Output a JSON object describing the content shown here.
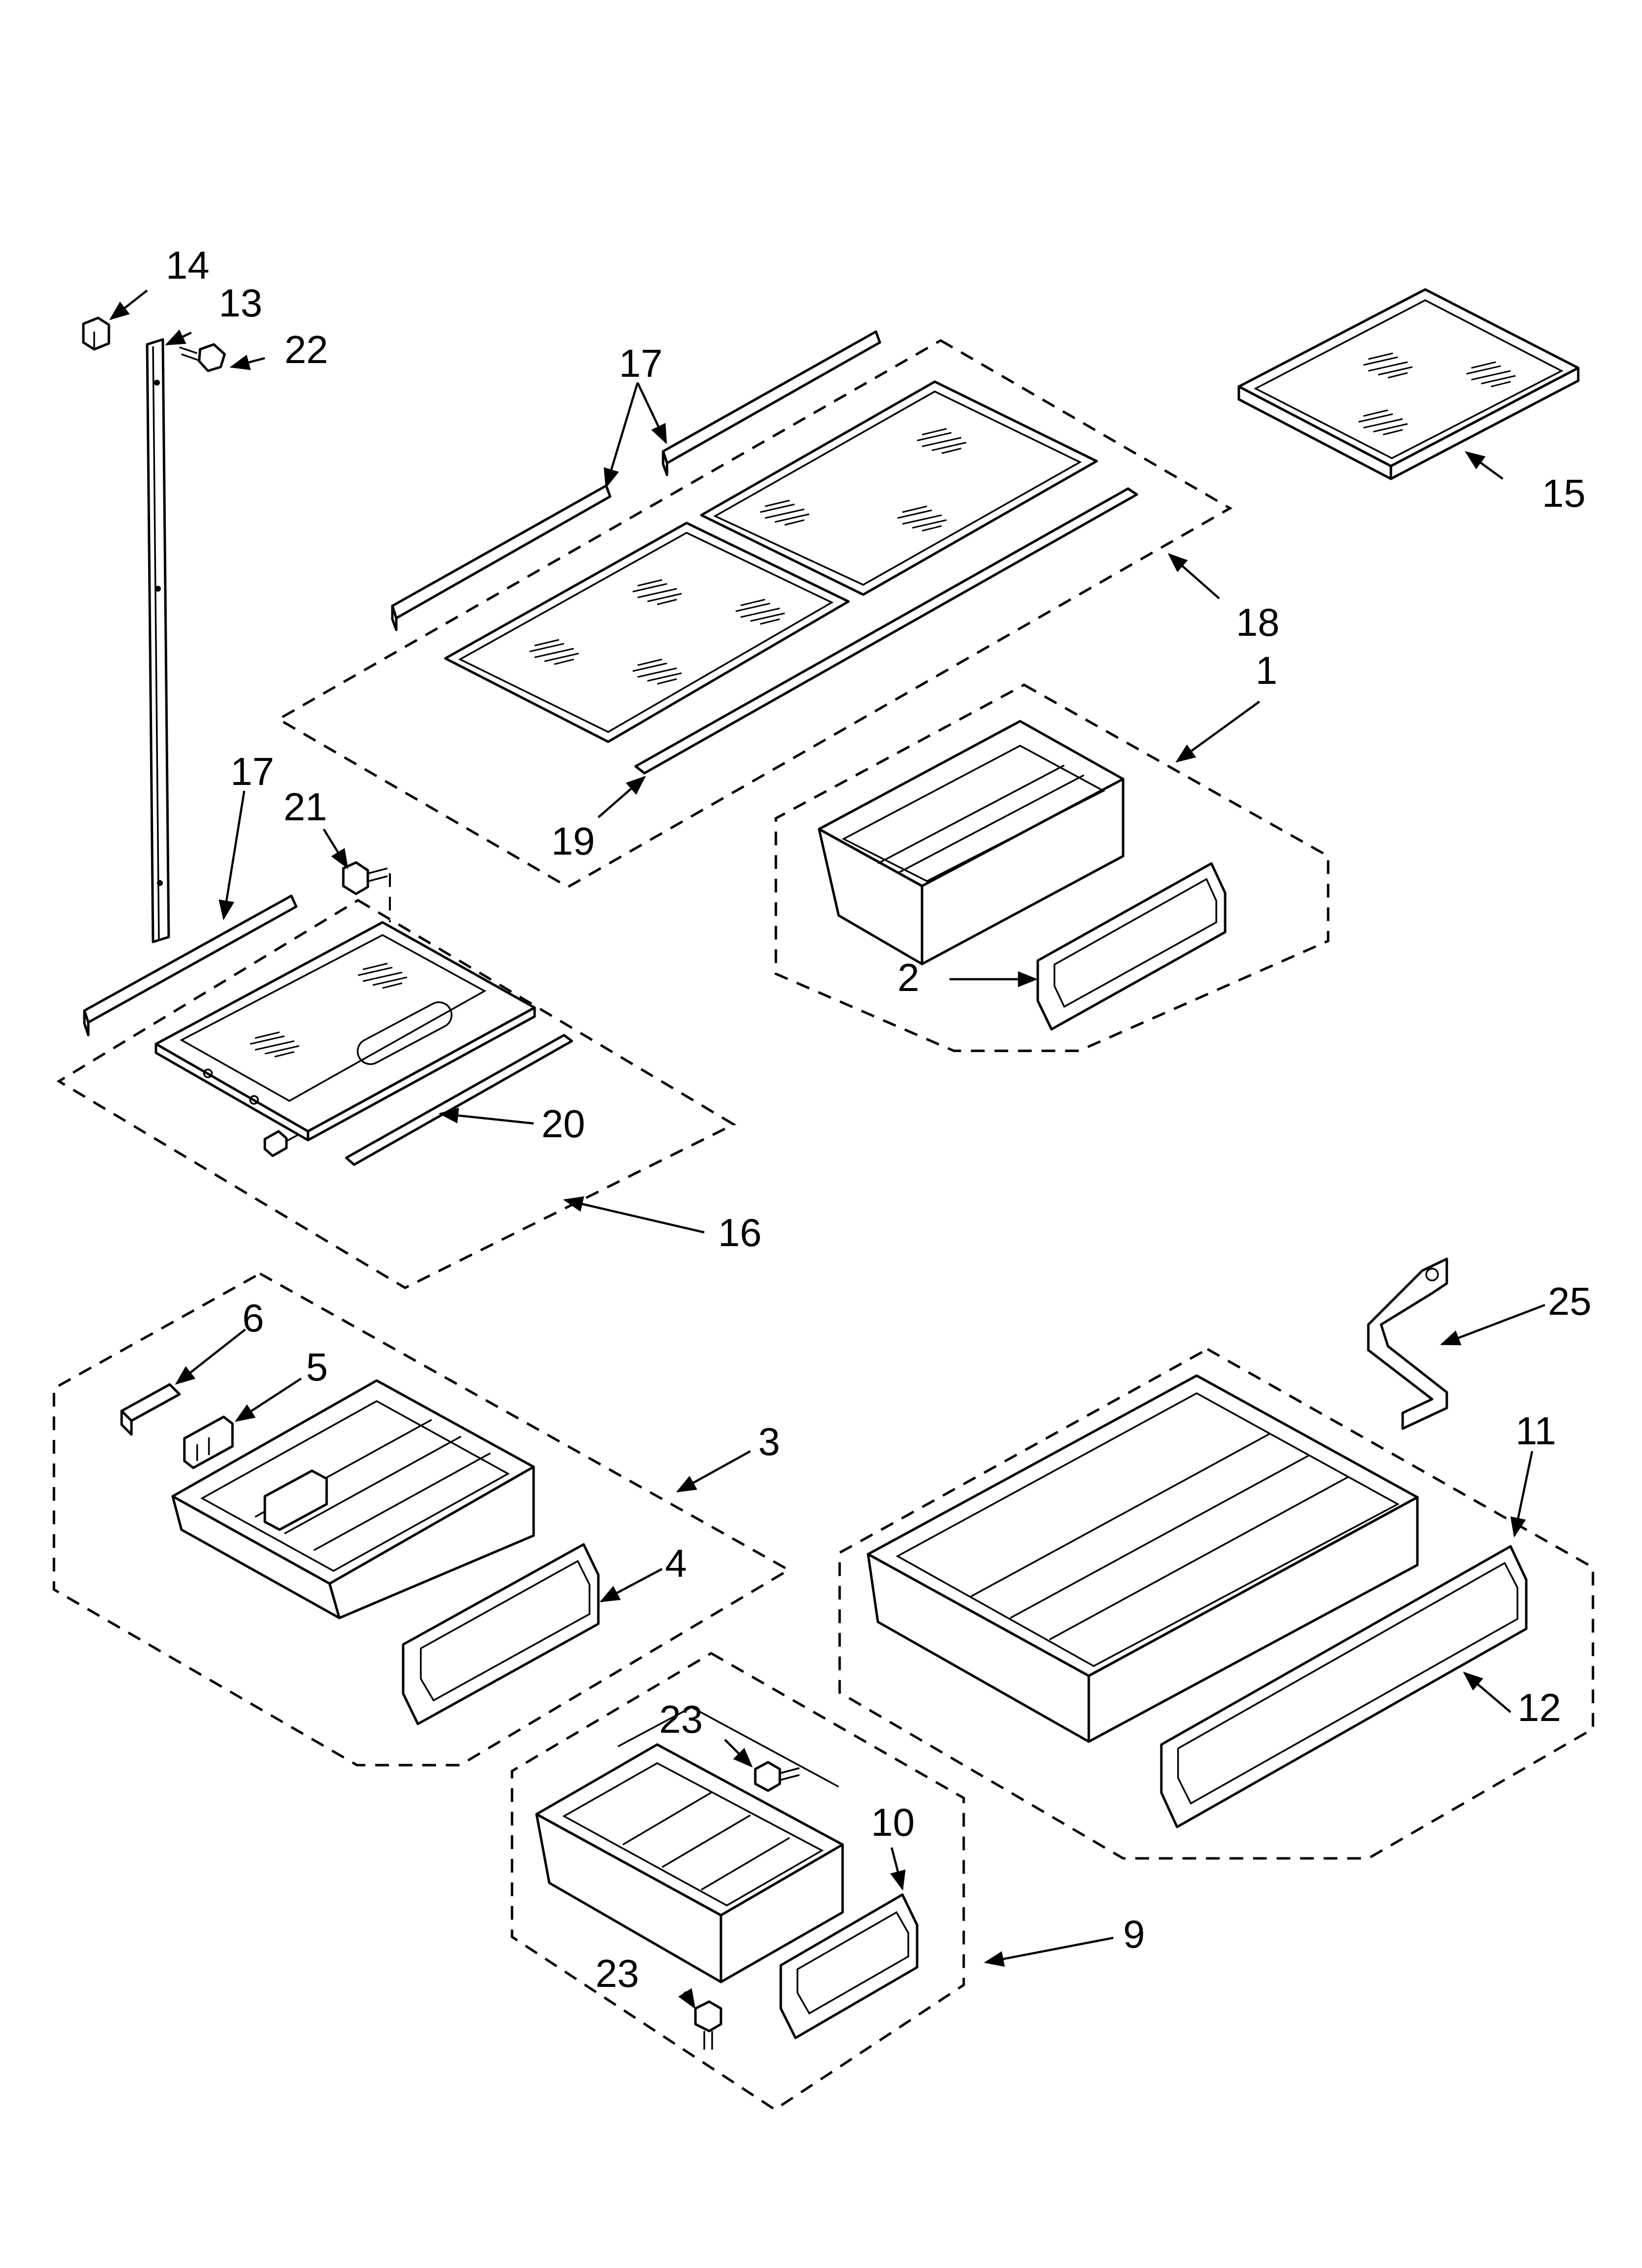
{
  "callouts": {
    "c1": "1",
    "c2": "2",
    "c3": "3",
    "c4": "4",
    "c5": "5",
    "c6": "6",
    "c9": "9",
    "c10": "10",
    "c11": "11",
    "c12": "12",
    "c13": "13",
    "c14": "14",
    "c15": "15",
    "c16": "16",
    "c17a": "17",
    "c17b": "17",
    "c18": "18",
    "c19": "19",
    "c20": "20",
    "c21": "21",
    "c22": "22",
    "c23a": "23",
    "c23b": "23",
    "c25": "25"
  }
}
